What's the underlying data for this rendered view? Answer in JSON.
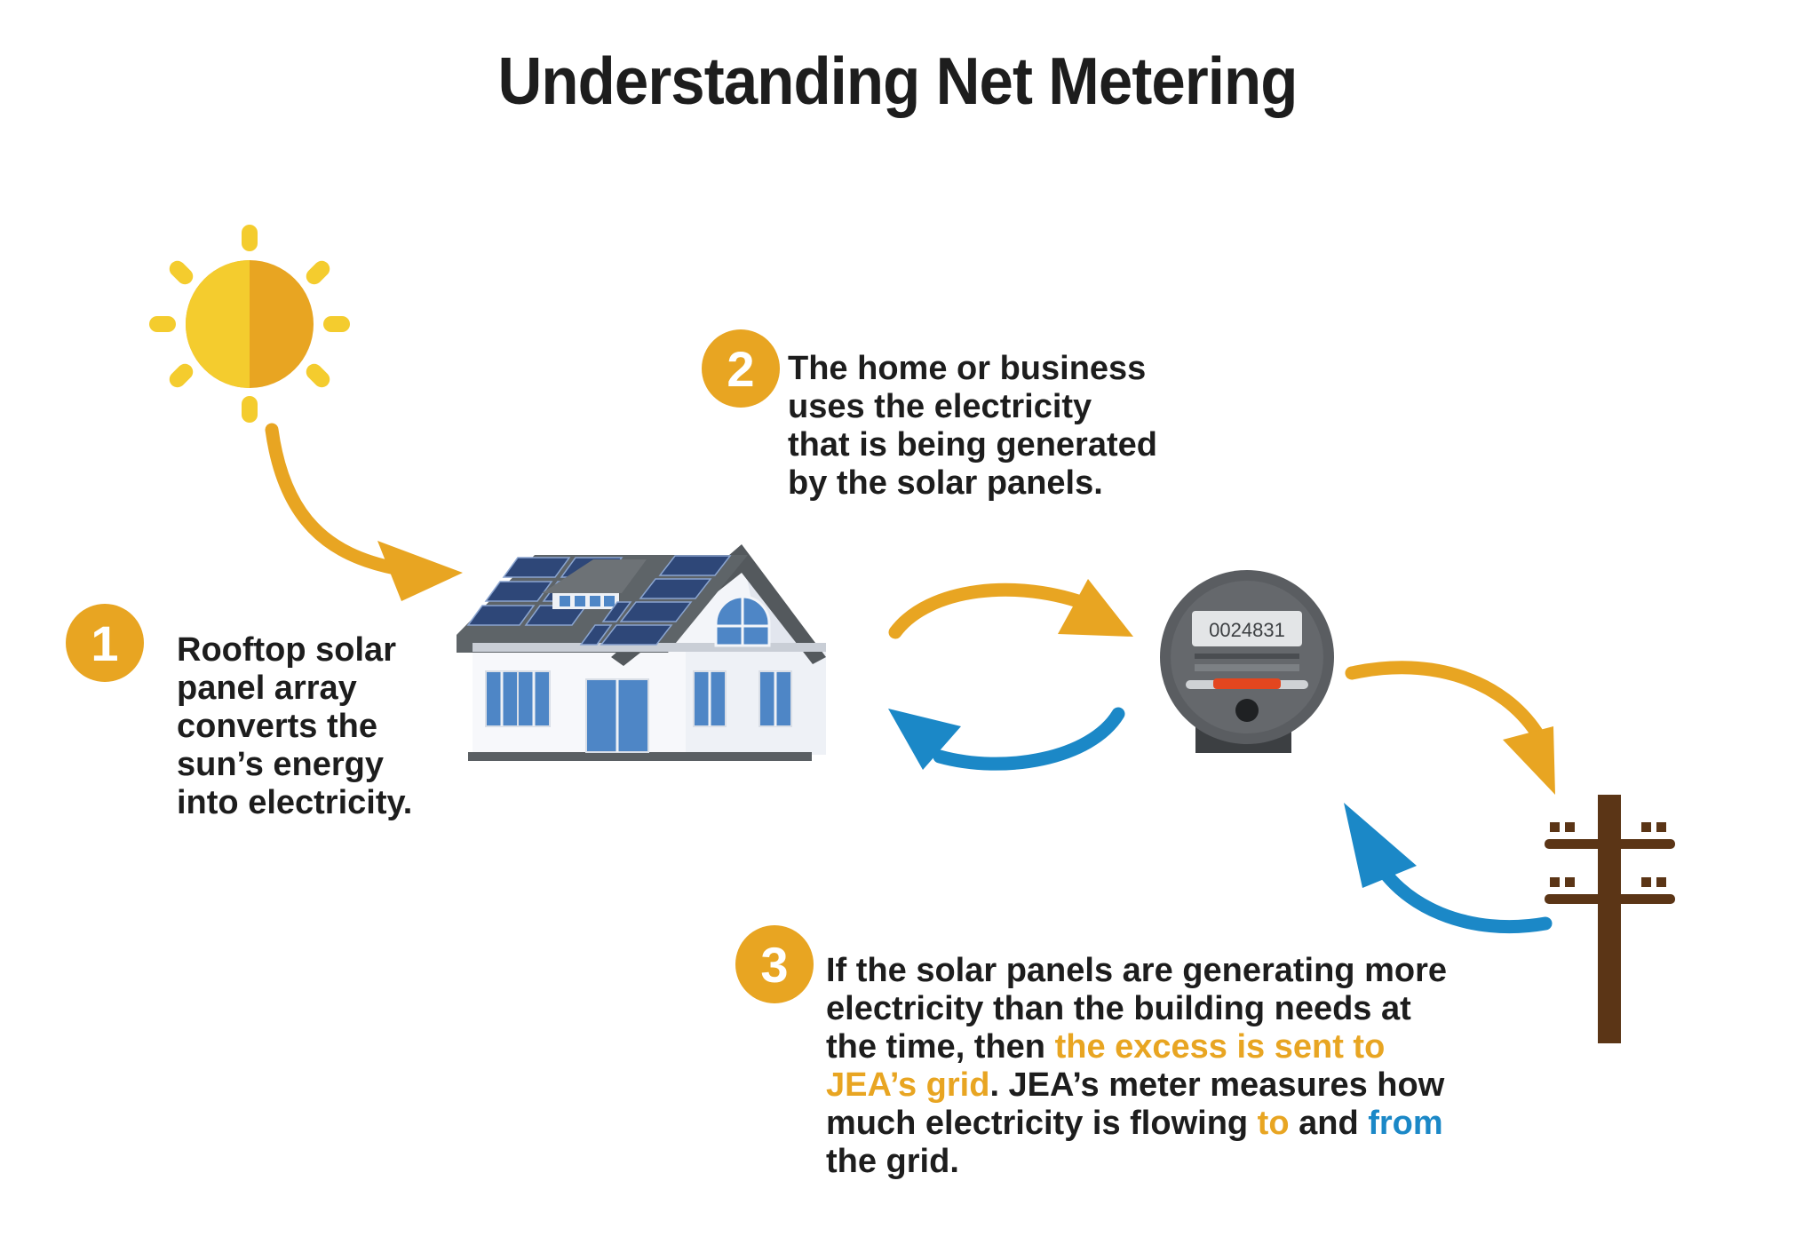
{
  "title": "Understanding Net Metering",
  "colors": {
    "sun_light": "#f4cc2e",
    "sun_dark": "#e8a522",
    "accent_orange": "#e8a522",
    "accent_blue": "#1b88c7",
    "house_wall": "#eef1f6",
    "window_blue": "#4e86c6",
    "solar_panel": "#2e4778",
    "roof": "#5e6468",
    "meter_body": "#5a5d61",
    "pole": "#5b3516"
  },
  "steps": [
    {
      "number": "1",
      "lines": [
        "Rooftop solar",
        "panel array",
        "converts the",
        "sun’s energy",
        "into electricity."
      ]
    },
    {
      "number": "2",
      "lines": [
        "The home or business",
        "uses the electricity",
        "that is being generated",
        "by the solar panels."
      ]
    },
    {
      "number": "3",
      "line1": "If the solar panels are generating more",
      "line2": "electricity than the building needs at",
      "line3_plain": "the time, then ",
      "line3_highlight": "the excess is sent to",
      "line4_highlight": "JEA’s grid",
      "line4_plain": ". JEA’s meter measures how",
      "line5_plain_a": "much electricity is flowing ",
      "line5_to": "to",
      "line5_plain_b": " and ",
      "line5_from": "from",
      "line6": "the grid."
    }
  ],
  "meter": {
    "reading": "0024831"
  },
  "icons": [
    "sun-icon",
    "house-icon",
    "solar-panel-icon",
    "electric-meter-icon",
    "utility-pole-icon",
    "arrow-icon"
  ]
}
